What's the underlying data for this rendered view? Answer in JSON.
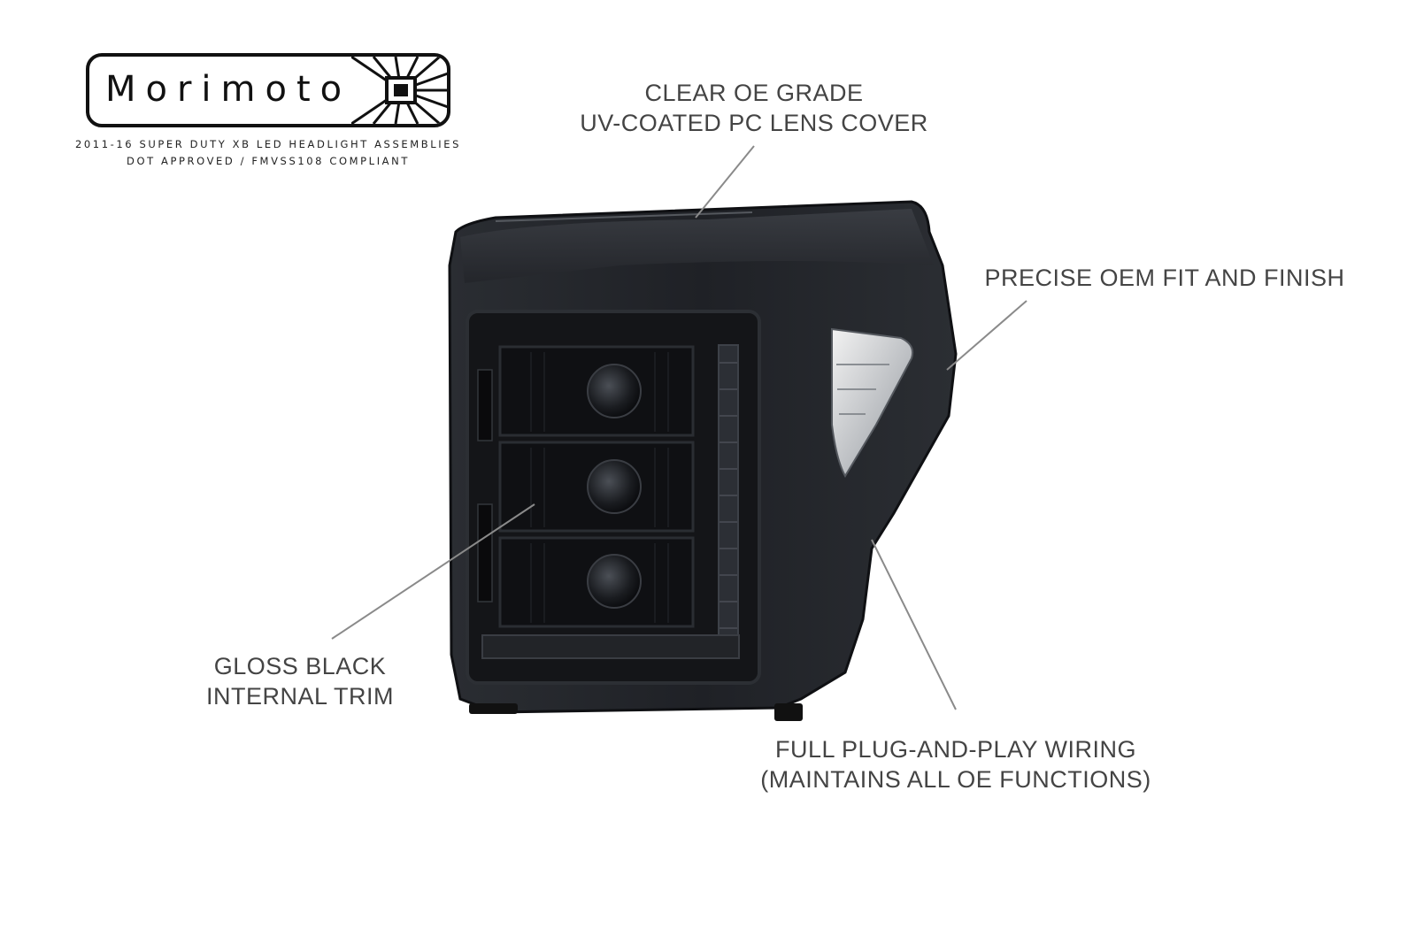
{
  "logo": {
    "brand": "Morimoto",
    "subtitle_line1": "2011-16 SUPER DUTY XB LED HEADLIGHT ASSEMBLIES",
    "subtitle_line2": "DOT APPROVED / FMVSS108 COMPLIANT"
  },
  "callouts": {
    "lens": [
      "CLEAR OE GRADE",
      "UV-COATED PC LENS COVER"
    ],
    "fit": [
      "PRECISE OEM FIT AND FINISH"
    ],
    "trim": [
      "GLOSS BLACK",
      "INTERNAL TRIM"
    ],
    "wiring": [
      "FULL PLUG-AND-PLAY WIRING",
      "(MAINTAINS ALL OE FUNCTIONS)"
    ]
  },
  "colors": {
    "background": "#ffffff",
    "housing": "#1e2024",
    "leader_line": "#8a8a8a",
    "text": "#444444"
  }
}
